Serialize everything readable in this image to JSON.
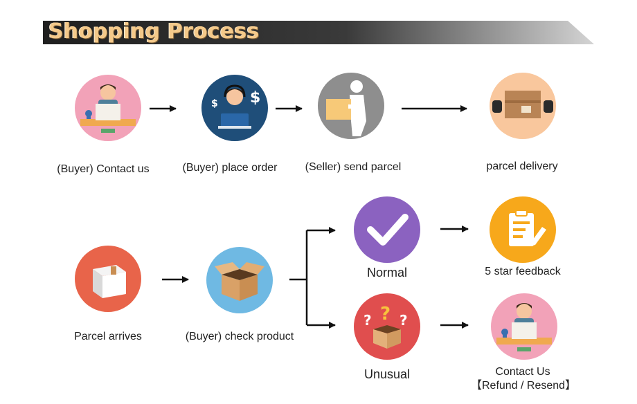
{
  "title": "Shopping Process",
  "colors": {
    "banner_dark": "#2a2a2a",
    "banner_light": "#c9c9c9",
    "title_text": "#f4c98a",
    "pink": "#f2a2b8",
    "navy": "#1f4e79",
    "gray": "#8e8e8e",
    "peach": "#f9c79d",
    "coral": "#e8644a",
    "sky": "#6fb9e3",
    "purple": "#8b62c0",
    "orange": "#f7a81b",
    "red": "#e04e4e"
  },
  "steps": {
    "contact": {
      "label": "(Buyer) Contact us",
      "icon": "buyer-at-laptop-icon"
    },
    "place_order": {
      "label": "(Buyer) place order",
      "icon": "support-agent-laptop-icon"
    },
    "send_parcel": {
      "label": "(Seller) send parcel",
      "icon": "person-carrying-box-icon"
    },
    "delivery": {
      "label": "parcel delivery",
      "icon": "parcel-handover-icon"
    },
    "arrives": {
      "label": "Parcel arrives",
      "icon": "closed-box-icon"
    },
    "check": {
      "label": "(Buyer) check product",
      "icon": "open-box-icon"
    },
    "normal": {
      "label": "Normal",
      "icon": "checkmark-icon"
    },
    "feedback": {
      "label": "5 star feedback",
      "icon": "clipboard-pencil-icon"
    },
    "unusual": {
      "label": "Unusual",
      "icon": "question-box-icon"
    },
    "contact_refund": {
      "label_line1": "Contact Us",
      "label_line2": "【Refund / Resend】",
      "icon": "buyer-at-laptop-icon"
    }
  }
}
